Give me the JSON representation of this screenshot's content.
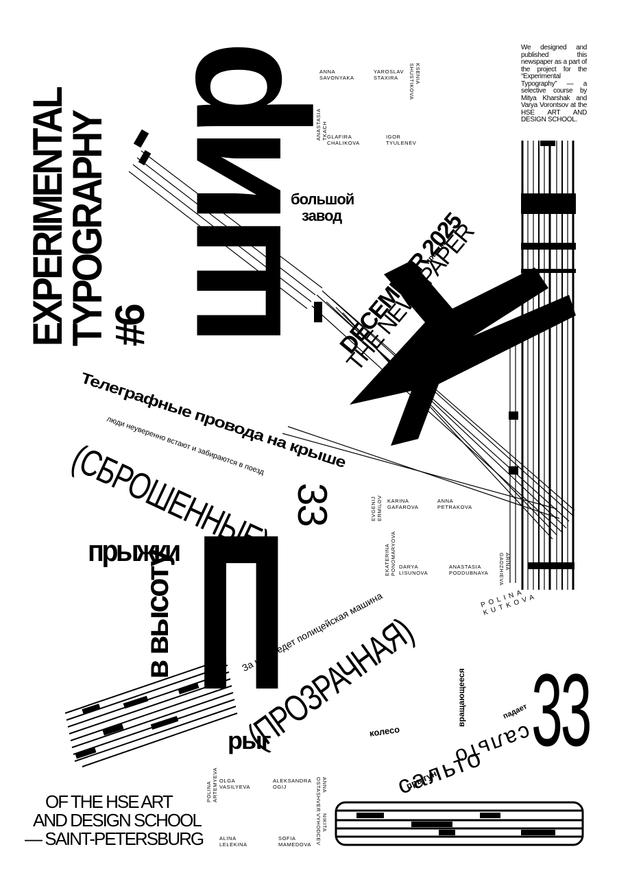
{
  "title": {
    "line1": "EXPERIMENTAL",
    "line2": "TYPOGRAPHY",
    "issue": "#6"
  },
  "masthead": {
    "brand": "шир",
    "plant_line1": "большой",
    "plant_line2": "завод"
  },
  "about": "We designed and published this newspaper as a part of the project for the “Experimental Typography” — a selective course by Mitya Kharshak and Varya Vorontsov at the HSE ART AND DESIGN SCHOOL.",
  "date_line1": "DECEMBER 2025",
  "date_line2": "THE NEWSPAPER",
  "word_small_top": "прыжки",
  "credits_top": [
    {
      "first": "ANNA",
      "last": "SAVONYAKA"
    },
    {
      "first": "YAROSLAV",
      "last": "STAXIRA"
    },
    {
      "first": "KSENIA",
      "last": "SHUSTIKOVA"
    },
    {
      "first": "ANASTASIA",
      "last": "TKACH"
    },
    {
      "first": "GLAFIRA",
      "last": "CHALIKOVA"
    },
    {
      "first": "IGOR",
      "last": "TYULENEV"
    }
  ],
  "credits_mid": [
    {
      "first": "EVGENIJ",
      "last": "ERMILOV"
    },
    {
      "first": "KARINA",
      "last": "GAFAROVA"
    },
    {
      "first": "ANNA",
      "last": "PETRAKOVA"
    },
    {
      "first": "EKATERINA",
      "last": "PONOMARYOVA"
    },
    {
      "first": "DARYA",
      "last": "LISUNOVA"
    },
    {
      "first": "ANASTASIA",
      "last": "PODDUBNAYA"
    },
    {
      "first": "ARINA",
      "last": "GADZHIEVA"
    },
    {
      "first": "POLINA",
      "last": "KUTKOVA"
    }
  ],
  "credits_bottom": [
    {
      "first": "POLINA",
      "last": "ARTEMYEVA"
    },
    {
      "first": "OLGA",
      "last": "VASILYEVA"
    },
    {
      "first": "ALEKSANDRA",
      "last": "OGIJ"
    },
    {
      "first": "ANNA",
      "last": "OSTASHVER"
    },
    {
      "first": "NIKITA",
      "last": "VYHODCEV"
    },
    {
      "first": "ALINA",
      "last": "LELEKINA"
    },
    {
      "first": "SOFIA",
      "last": "MAMEDOVA"
    }
  ],
  "diag_headline": "Телеграфные провода на крыше",
  "arc_small": "люди неуверенно встают и забираются в поезд",
  "paren_1": "(СБРОШЕННЫЕ)",
  "num_mid": "33",
  "jumps": "прыжки",
  "height": "в высоту",
  "letter_p": "п",
  "ryg": "рыг",
  "police": "За ними едет полицейская машина",
  "paren_2": "(ПРОЗРАЧНАЯ)",
  "koleso": "колесо",
  "vrashch": "вращающееся",
  "salto_1": "сальто",
  "salto_2": "сальто",
  "padaet": "падает",
  "prygun": "прыгун",
  "num_big": "33",
  "footer": {
    "line1": "OF THE HSE ART",
    "line2": "AND DESIGN SCHOOL",
    "line3": "— SAINT-PETERSBURG"
  }
}
